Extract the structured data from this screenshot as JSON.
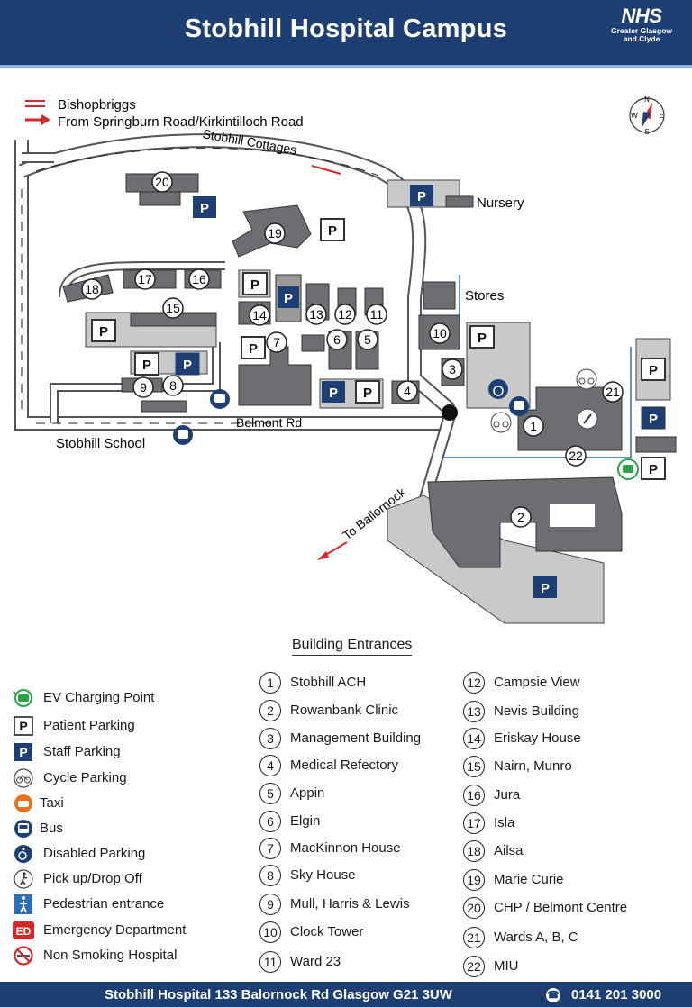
{
  "header": {
    "title": "Stobhill Hospital Campus",
    "logo_text": "NHS",
    "logo_sub1": "Greater Glasgow",
    "logo_sub2": "and Clyde"
  },
  "map": {
    "rail_label": "Bishopbriggs",
    "road_label": "From Springburn Road/Kirkintilloch Road",
    "cottages_label": "Stobhill Cottages",
    "nursery_label": "Nursery",
    "stores_label": "Stores",
    "belmont_label": "Belmont Rd",
    "school_label": "Stobhill School",
    "ballornock_label": "To Ballornock",
    "compass": {
      "n": "N",
      "s": "S",
      "e": "E",
      "w": "W"
    },
    "patient_p": "P",
    "staff_p": "P",
    "building_numbers": [
      "1",
      "2",
      "3",
      "4",
      "5",
      "6",
      "7",
      "8",
      "9",
      "10",
      "11",
      "12",
      "13",
      "14",
      "15",
      "16",
      "17",
      "18",
      "19",
      "20",
      "21",
      "22"
    ]
  },
  "legend": {
    "title": "Building Entrances",
    "items": [
      {
        "icon": "ev-charging-icon",
        "label": "EV Charging Point"
      },
      {
        "icon": "patient-parking-icon",
        "label": "Patient Parking"
      },
      {
        "icon": "staff-parking-icon",
        "label": "Staff Parking"
      },
      {
        "icon": "cycle-icon",
        "label": "Cycle Parking"
      },
      {
        "icon": "taxi-icon",
        "label": "Taxi"
      },
      {
        "icon": "bus-icon",
        "label": "Bus"
      },
      {
        "icon": "disabled-icon",
        "label": "Disabled Parking"
      },
      {
        "icon": "pickup-icon",
        "label": "Pick up/Drop Off"
      },
      {
        "icon": "pedestrian-icon",
        "label": "Pedestrian entrance"
      },
      {
        "icon": "ed-icon",
        "label": "Emergency Department",
        "badge": "ED"
      },
      {
        "icon": "no-smoking-icon",
        "label": "Non Smoking Hospital"
      }
    ],
    "icon_letter_p": "P",
    "colors": {
      "navy": "#1d3f74",
      "ev_green": "#2aa24a",
      "taxi_orange": "#e8731e",
      "ed_red": "#d7272b",
      "pedestrian_blue": "#2e6fb7"
    }
  },
  "entrances": [
    {
      "num": "1",
      "name": "Stobhill ACH"
    },
    {
      "num": "2",
      "name": "Rowanbank Clinic"
    },
    {
      "num": "3",
      "name": "Management Building"
    },
    {
      "num": "4",
      "name": "Medical Refectory"
    },
    {
      "num": "5",
      "name": "Appin"
    },
    {
      "num": "6",
      "name": "Elgin"
    },
    {
      "num": "7",
      "name": "MacKinnon House"
    },
    {
      "num": "8",
      "name": "Sky House"
    },
    {
      "num": "9",
      "name": "Mull, Harris & Lewis"
    },
    {
      "num": "10",
      "name": "Clock Tower"
    },
    {
      "num": "11",
      "name": "Ward 23"
    },
    {
      "num": "12",
      "name": "Campsie View"
    },
    {
      "num": "13",
      "name": "Nevis Building"
    },
    {
      "num": "14",
      "name": "Eriskay House"
    },
    {
      "num": "15",
      "name": "Nairn, Munro"
    },
    {
      "num": "16",
      "name": "Jura"
    },
    {
      "num": "17",
      "name": "Isla"
    },
    {
      "num": "18",
      "name": "Ailsa"
    },
    {
      "num": "19",
      "name": "Marie Curie"
    },
    {
      "num": "20",
      "name": "CHP / Belmont Centre"
    },
    {
      "num": "21",
      "name": "Wards A, B, C"
    },
    {
      "num": "22",
      "name": "MIU"
    }
  ],
  "footer": {
    "address": "Stobhill Hospital 133 Balornock Rd Glasgow G21 3UW",
    "phone": "0141 201 3000"
  }
}
